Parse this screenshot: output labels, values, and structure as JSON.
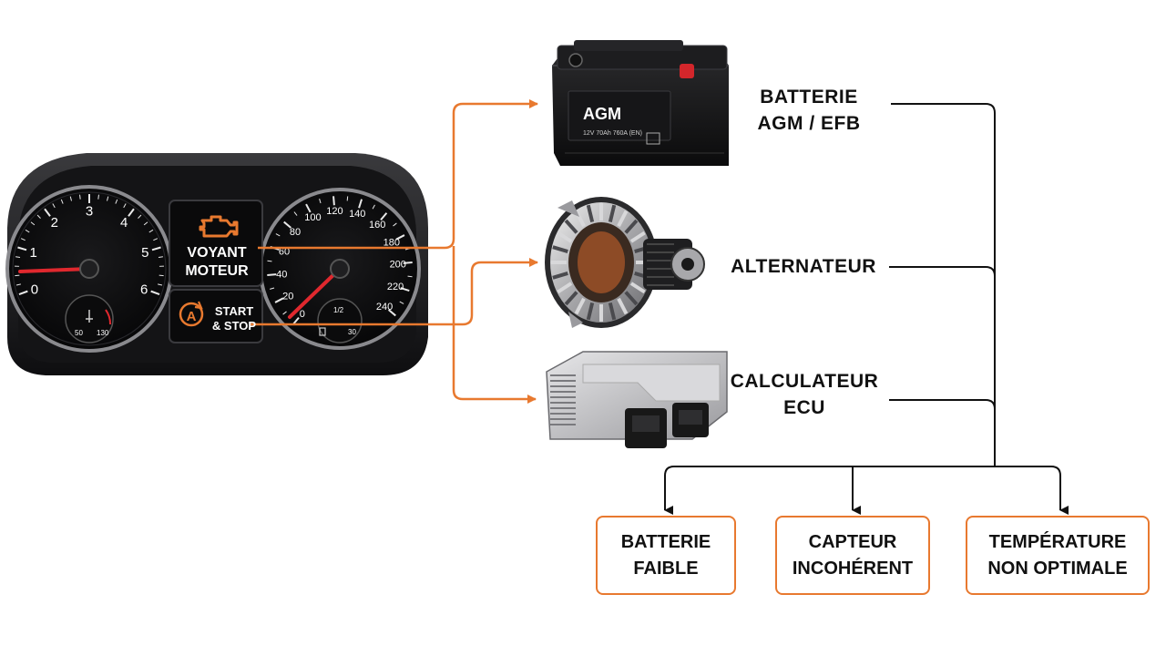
{
  "dashboard": {
    "warning_light": {
      "line1": "VOYANT",
      "line2": "MOTEUR"
    },
    "start_stop": {
      "line1": "START",
      "line2": "& STOP",
      "icon_letter": "A"
    },
    "tachometer": {
      "ticks": [
        "0",
        "1",
        "2",
        "3",
        "4",
        "5",
        "6"
      ],
      "sub_gauge": {
        "left": "50",
        "right": "130"
      }
    },
    "speedometer": {
      "ticks": [
        "0",
        "20",
        "40",
        "60",
        "80",
        "100",
        "120",
        "140",
        "160",
        "180",
        "200",
        "220",
        "240"
      ],
      "sub_gauge": {
        "center": "1/2",
        "right": "30"
      }
    }
  },
  "components": {
    "battery": {
      "label_line1": "BATTERIE",
      "label_line2": "AGM / EFB",
      "brand": "AGM",
      "spec": "12V 70Ah 760A (EN)"
    },
    "alternator": {
      "label": "ALTERNATEUR"
    },
    "ecu": {
      "label_line1": "CALCULATEUR",
      "label_line2": "ECU"
    }
  },
  "causes": [
    {
      "line1": "BATTERIE",
      "line2": "FAIBLE"
    },
    {
      "line1": "CAPTEUR",
      "line2": "INCOHÉRENT"
    },
    {
      "line1": "TEMPÉRATURE",
      "line2": "NON OPTIMALE"
    }
  ],
  "colors": {
    "accent_orange": "#e8792f",
    "connector_black": "#111111",
    "dash_body": "#1c1c1e",
    "needle_red": "#e0282e"
  }
}
